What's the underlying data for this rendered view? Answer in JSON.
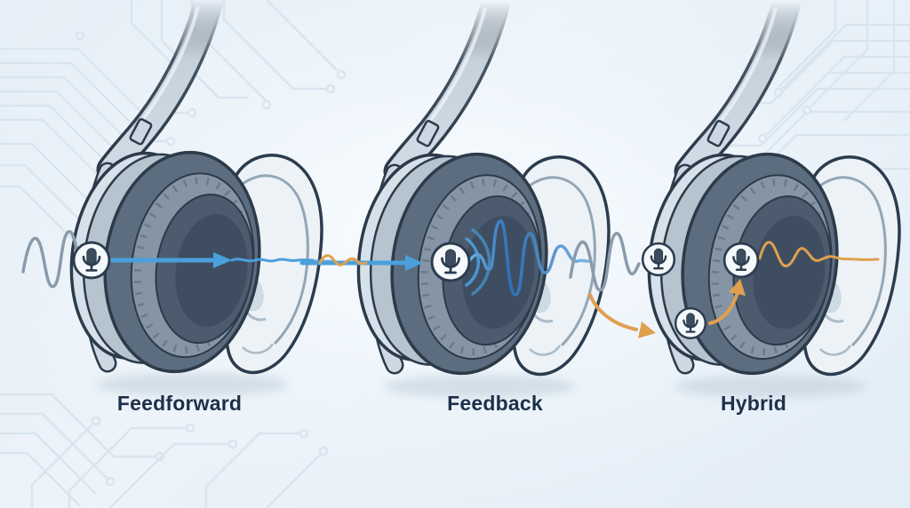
{
  "figure": {
    "type": "illustration-diagram",
    "subject": "active noise cancellation microphone placements on over-ear headphones",
    "colors": {
      "background": "#e9f1f8",
      "signal_blue": "#4aa0dc",
      "signal_orange": "#e0a050",
      "noise_gray": "#8a9bab",
      "earcup_dark": "#5c6d7f",
      "outline_navy": "#2c3a4a",
      "label_text": "#1d3048"
    }
  },
  "panels": [
    {
      "label": "Feedforward",
      "icons": [
        "mic-icon",
        "noise-wave-icon",
        "arrow-right-icon",
        "reduced-wave-icon"
      ],
      "mic_count": 1
    },
    {
      "label": "Feedback",
      "icons": [
        "mic-icon",
        "residual-noise-wave-icon",
        "arrow-right-icon",
        "sound-arcs-icon",
        "jagged-wave-icon"
      ],
      "mic_count": 1
    },
    {
      "label": "Hybrid",
      "icons": [
        "mic-icon",
        "mic-icon",
        "mic-icon",
        "noise-wave-icon",
        "curved-arrow-icon",
        "curved-arrow-icon",
        "residual-wave-icon"
      ],
      "mic_count": 3
    }
  ]
}
